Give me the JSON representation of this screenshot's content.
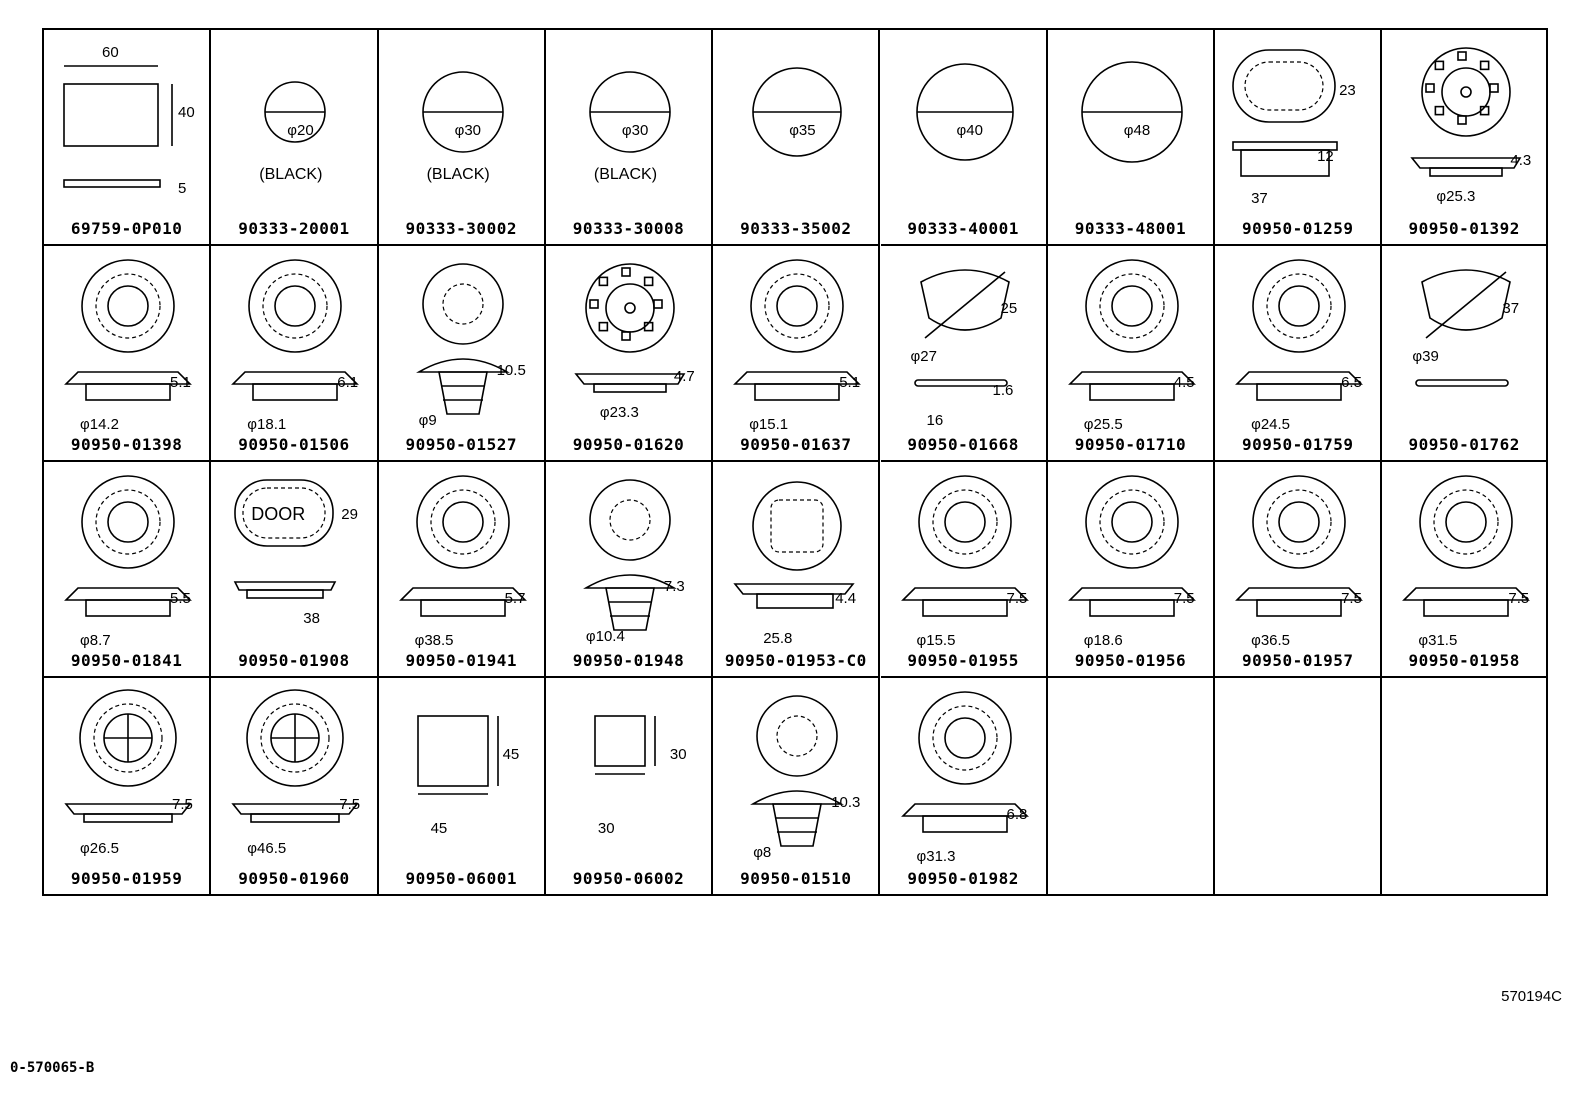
{
  "sheet": {
    "drawing_ref": "570194C",
    "sheet_code": "0-570065-B"
  },
  "parts": [
    {
      "part_no": "69759-0P010",
      "dims": [
        "60",
        "40",
        "5"
      ],
      "icon": "rectangular-pad-icon"
    },
    {
      "part_no": "90333-20001",
      "dims": [
        "φ20"
      ],
      "note": "(BLACK)",
      "icon": "round-cap-icon"
    },
    {
      "part_no": "90333-30002",
      "dims": [
        "φ30"
      ],
      "note": "(BLACK)",
      "icon": "round-cap-icon"
    },
    {
      "part_no": "90333-30008",
      "dims": [
        "φ30"
      ],
      "note": "(BLACK)",
      "icon": "round-cap-icon"
    },
    {
      "part_no": "90333-35002",
      "dims": [
        "φ35"
      ],
      "icon": "round-cap-icon"
    },
    {
      "part_no": "90333-40001",
      "dims": [
        "φ40"
      ],
      "icon": "round-cap-icon"
    },
    {
      "part_no": "90333-48001",
      "dims": [
        "φ48"
      ],
      "icon": "round-cap-icon"
    },
    {
      "part_no": "90950-01259",
      "dims": [
        "23",
        "12",
        "37"
      ],
      "icon": "oval-grommet-icon"
    },
    {
      "part_no": "90950-01392",
      "dims": [
        "4.3",
        "φ25.3"
      ],
      "icon": "gear-grommet-icon"
    },
    {
      "part_no": "90950-01398",
      "dims": [
        "5.1",
        "φ14.2"
      ],
      "icon": "grommet-icon"
    },
    {
      "part_no": "90950-01506",
      "dims": [
        "6.1",
        "φ18.1"
      ],
      "icon": "grommet-icon"
    },
    {
      "part_no": "90950-01527",
      "dims": [
        "10.5",
        "φ9"
      ],
      "icon": "plug-icon"
    },
    {
      "part_no": "90950-01620",
      "dims": [
        "4.7",
        "φ23.3"
      ],
      "icon": "gear-grommet-icon"
    },
    {
      "part_no": "90950-01637",
      "dims": [
        "5.1",
        "φ15.1"
      ],
      "icon": "grommet-icon"
    },
    {
      "part_no": "90950-01668",
      "dims": [
        "25",
        "φ27",
        "1.6",
        "16"
      ],
      "icon": "clip-icon"
    },
    {
      "part_no": "90950-01710",
      "dims": [
        "4.5",
        "φ25.5"
      ],
      "icon": "grommet-icon"
    },
    {
      "part_no": "90950-01759",
      "dims": [
        "6.5",
        "φ24.5"
      ],
      "icon": "grommet-icon"
    },
    {
      "part_no": "90950-01762",
      "dims": [
        "37",
        "φ39"
      ],
      "icon": "clip-icon"
    },
    {
      "part_no": "90950-01841",
      "dims": [
        "5.5",
        "φ8.7"
      ],
      "icon": "grommet-icon"
    },
    {
      "part_no": "90950-01908",
      "dims": [
        "29",
        "38"
      ],
      "note": "DOOR",
      "icon": "door-plug-icon"
    },
    {
      "part_no": "90950-01941",
      "dims": [
        "5.7",
        "φ38.5"
      ],
      "icon": "grommet-icon"
    },
    {
      "part_no": "90950-01948",
      "dims": [
        "7.3",
        "φ10.4"
      ],
      "icon": "plug-icon"
    },
    {
      "part_no": "90950-01953-C0",
      "dims": [
        "4.4",
        "25.8"
      ],
      "icon": "square-plug-icon"
    },
    {
      "part_no": "90950-01955",
      "dims": [
        "7.5",
        "φ15.5"
      ],
      "icon": "grommet-icon"
    },
    {
      "part_no": "90950-01956",
      "dims": [
        "7.5",
        "φ18.6"
      ],
      "icon": "grommet-icon"
    },
    {
      "part_no": "90950-01957",
      "dims": [
        "7.5",
        "φ36.5"
      ],
      "icon": "grommet-icon"
    },
    {
      "part_no": "90950-01958",
      "dims": [
        "7.5",
        "φ31.5"
      ],
      "icon": "grommet-icon"
    },
    {
      "part_no": "90950-01959",
      "dims": [
        "7.5",
        "φ26.5"
      ],
      "icon": "cross-grommet-icon"
    },
    {
      "part_no": "90950-01960",
      "dims": [
        "7.5",
        "φ46.5"
      ],
      "icon": "cross-grommet-icon"
    },
    {
      "part_no": "90950-06001",
      "dims": [
        "45",
        "45"
      ],
      "icon": "square-pad-icon"
    },
    {
      "part_no": "90950-06002",
      "dims": [
        "30",
        "30"
      ],
      "icon": "square-pad-icon"
    },
    {
      "part_no": "90950-01510",
      "dims": [
        "10.3",
        "φ8"
      ],
      "icon": "plug-icon"
    },
    {
      "part_no": "90950-01982",
      "dims": [
        "6.8",
        "φ31.3"
      ],
      "icon": "grommet-icon"
    },
    {
      "part_no": "",
      "dims": []
    },
    {
      "part_no": "",
      "dims": []
    },
    {
      "part_no": "",
      "dims": []
    }
  ]
}
